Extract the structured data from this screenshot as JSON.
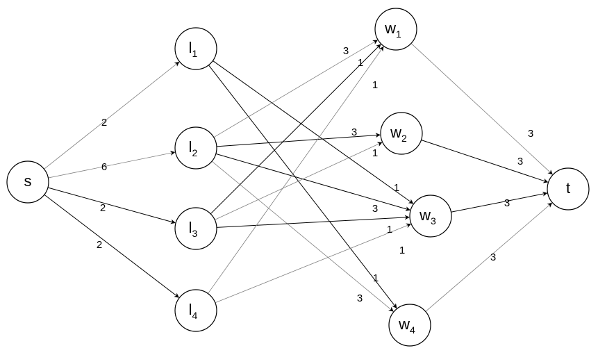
{
  "colors": {
    "background": "#ffffff",
    "stroke": "#000000",
    "light_edge": "#7f7f7f"
  },
  "nodes": [
    {
      "id": "s",
      "label": "s",
      "sub": ""
    },
    {
      "id": "l1",
      "label": "l",
      "sub": "1"
    },
    {
      "id": "l2",
      "label": "l",
      "sub": "2"
    },
    {
      "id": "l3",
      "label": "l",
      "sub": "3"
    },
    {
      "id": "l4",
      "label": "l",
      "sub": "4"
    },
    {
      "id": "w1",
      "label": "w",
      "sub": "1"
    },
    {
      "id": "w2",
      "label": "w",
      "sub": "2"
    },
    {
      "id": "w3",
      "label": "w",
      "sub": "3"
    },
    {
      "id": "w4",
      "label": "w",
      "sub": "4"
    },
    {
      "id": "t",
      "label": "t",
      "sub": ""
    }
  ],
  "edges": [
    {
      "from": "s",
      "to": "l1",
      "label": "2",
      "style": "light"
    },
    {
      "from": "s",
      "to": "l2",
      "label": "6",
      "style": "light"
    },
    {
      "from": "s",
      "to": "l3",
      "label": "2",
      "style": "dark"
    },
    {
      "from": "s",
      "to": "l4",
      "label": "2",
      "style": "dark"
    },
    {
      "from": "l1",
      "to": "w3",
      "label": "1",
      "style": "dark"
    },
    {
      "from": "l1",
      "to": "w4",
      "label": "1",
      "style": "dark"
    },
    {
      "from": "l2",
      "to": "w1",
      "label": "3",
      "style": "light"
    },
    {
      "from": "l2",
      "to": "w2",
      "label": "3",
      "style": "dark"
    },
    {
      "from": "l2",
      "to": "w3",
      "label": "3",
      "style": "dark"
    },
    {
      "from": "l2",
      "to": "w4",
      "label": "3",
      "style": "light"
    },
    {
      "from": "l3",
      "to": "w1",
      "label": "1",
      "style": "dark"
    },
    {
      "from": "l3",
      "to": "w2",
      "label": "1",
      "style": "light"
    },
    {
      "from": "l3",
      "to": "w3",
      "label": "1",
      "style": "dark"
    },
    {
      "from": "l4",
      "to": "w1",
      "label": "1",
      "style": "light"
    },
    {
      "from": "l4",
      "to": "w3",
      "label": "1",
      "style": "light"
    },
    {
      "from": "w1",
      "to": "t",
      "label": "3",
      "style": "light"
    },
    {
      "from": "w2",
      "to": "t",
      "label": "3",
      "style": "dark"
    },
    {
      "from": "w3",
      "to": "t",
      "label": "3",
      "style": "dark"
    },
    {
      "from": "w4",
      "to": "t",
      "label": "3",
      "style": "light"
    }
  ]
}
